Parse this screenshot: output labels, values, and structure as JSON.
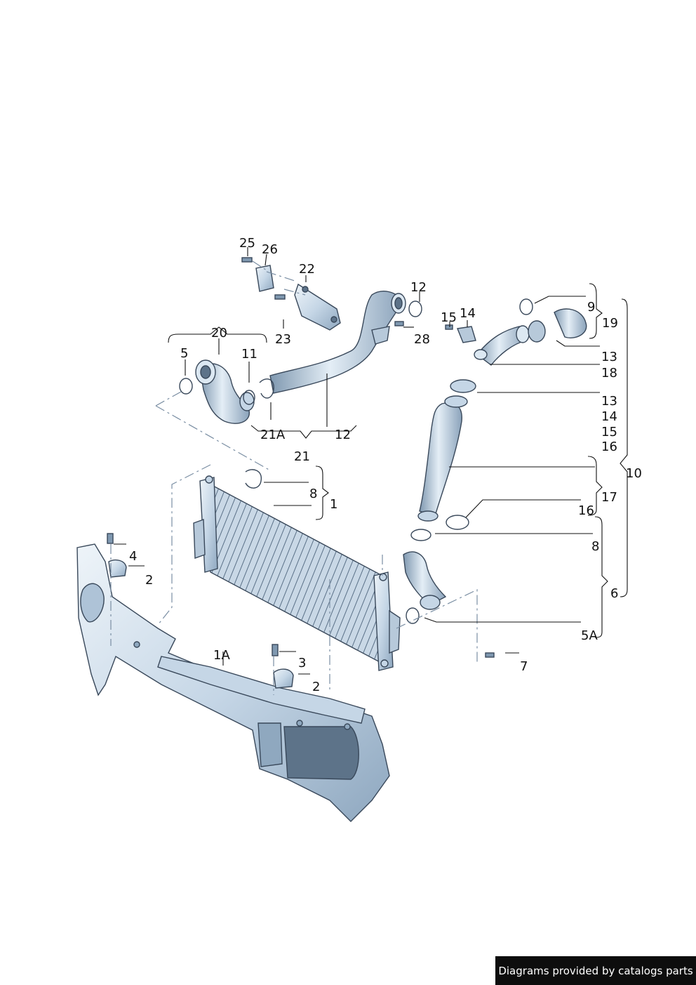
{
  "footer": {
    "text": "Diagrams provided by catalogs parts"
  },
  "labels": {
    "l25": "25",
    "l26": "26",
    "l22": "22",
    "l12a": "12",
    "l15a": "15",
    "l14a": "14",
    "l9": "9",
    "l19": "19",
    "l20": "20",
    "l23": "23",
    "l28": "28",
    "l5": "5",
    "l11": "11",
    "l13a": "13",
    "l18": "18",
    "l13b": "13",
    "l14b": "14",
    "l15b": "15",
    "l16a": "16",
    "l21a": "21A",
    "l12b": "12",
    "l21": "21",
    "l10": "10",
    "l8a": "8",
    "l1": "1",
    "l17": "17",
    "l16b": "16",
    "l8b": "8",
    "l4": "4",
    "l2a": "2",
    "l6": "6",
    "l5a": "5A",
    "l1a": "1A",
    "l3": "3",
    "l7": "7",
    "l2b": "2"
  },
  "colors": {
    "part_fill": "#dce8f2",
    "part_shade": "#9fb6cc",
    "part_dark": "#3b4e62",
    "leader": "#111111",
    "centerline": "#7a8ea3",
    "footer_bg": "#0d0d0d"
  }
}
